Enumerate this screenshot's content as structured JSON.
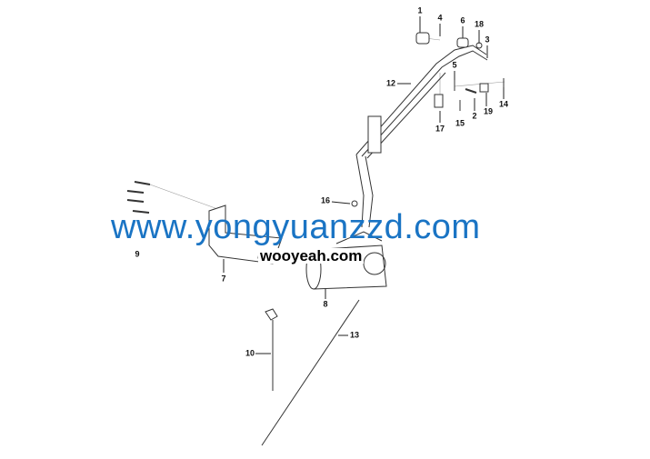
{
  "callouts": [
    "1",
    "4",
    "6",
    "18",
    "3",
    "5",
    "12",
    "2",
    "19",
    "14",
    "15",
    "17",
    "16",
    "9",
    "7",
    "8",
    "13",
    "10"
  ],
  "watermarks": {
    "main": "www.yongyuanzzd.com",
    "secondary": "wooyeah.com"
  }
}
